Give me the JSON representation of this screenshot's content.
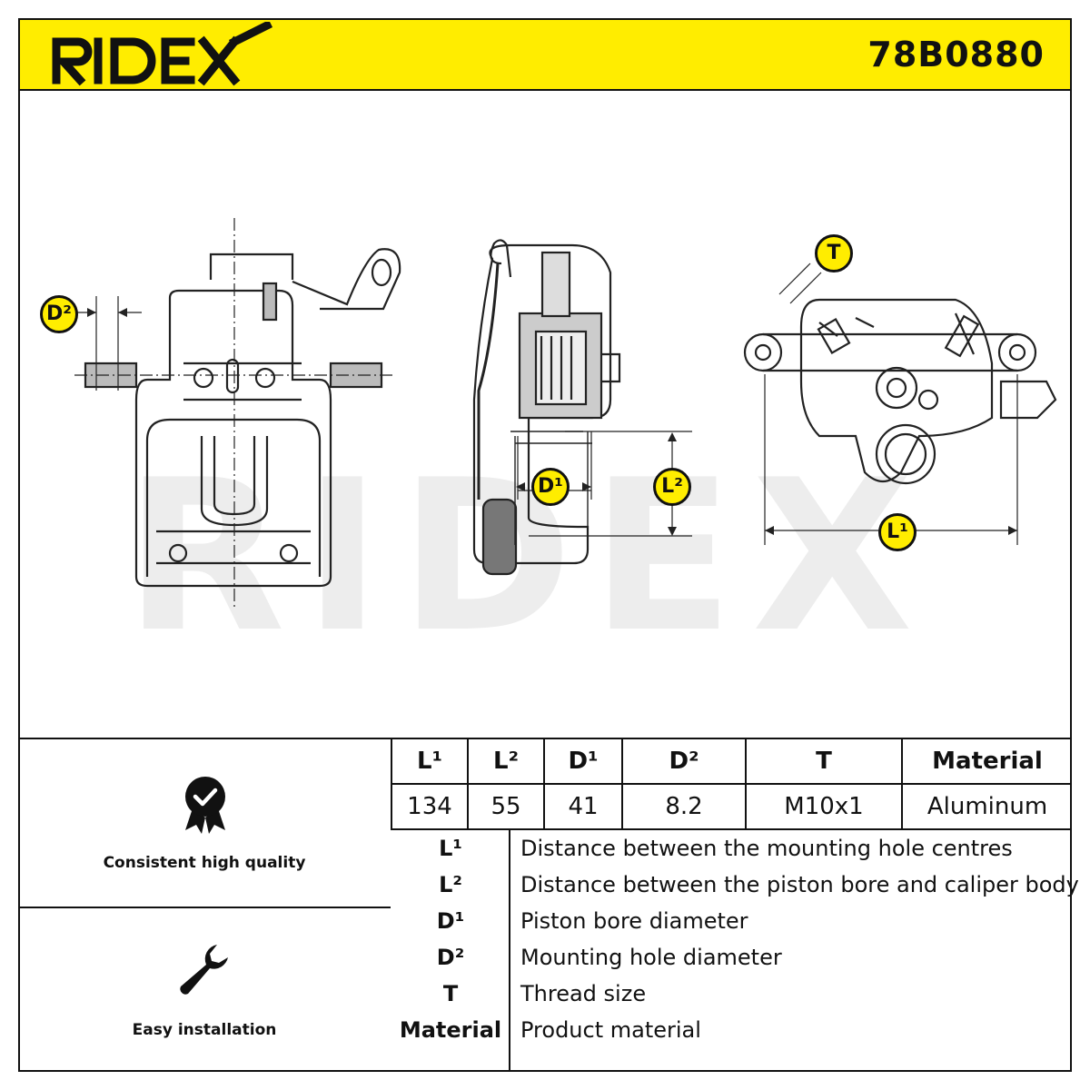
{
  "header": {
    "brand": "RIDEX",
    "part_number": "78B0880",
    "brand_color": "#ffed00"
  },
  "drawing": {
    "watermark": "RIDEX",
    "dimension_labels": {
      "d2": "D²",
      "d1": "D¹",
      "l2": "L²",
      "l1": "L¹",
      "t": "T"
    }
  },
  "features": [
    {
      "icon": "quality-badge-icon",
      "label": "Consistent high quality"
    },
    {
      "icon": "wrench-icon",
      "label": "Easy installation"
    }
  ],
  "specs": {
    "headers": [
      "L¹",
      "L²",
      "D¹",
      "D²",
      "T",
      "Material"
    ],
    "values": [
      "134",
      "55",
      "41",
      "8.2",
      "M10x1",
      "Aluminum"
    ]
  },
  "legend": [
    {
      "key": "L¹",
      "desc": "Distance between the mounting hole centres"
    },
    {
      "key": "L²",
      "desc": "Distance between the piston bore and caliper body"
    },
    {
      "key": "D¹",
      "desc": "Piston bore diameter"
    },
    {
      "key": "D²",
      "desc": "Mounting hole diameter"
    },
    {
      "key": "T",
      "desc": "Thread size"
    },
    {
      "key": "Material",
      "desc": "Product material"
    }
  ]
}
